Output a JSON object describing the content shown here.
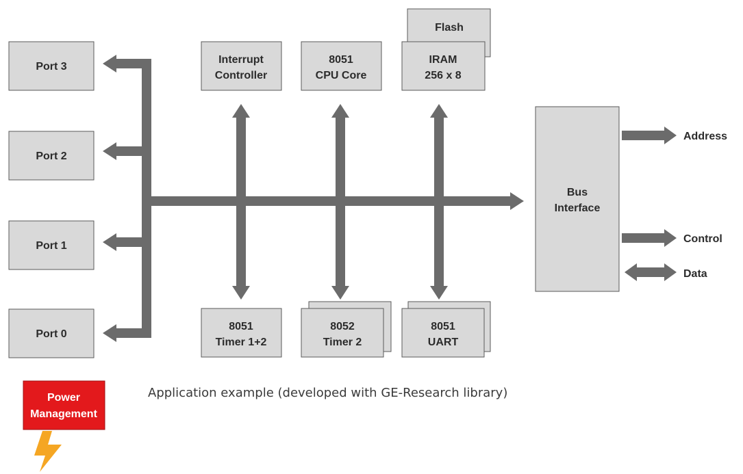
{
  "blocks": {
    "port3": "Port 3",
    "port2": "Port 2",
    "port1": "Port 1",
    "port0": "Port 0",
    "interrupt": [
      "Interrupt",
      "Controller"
    ],
    "cpu": [
      "8051",
      "CPU Core"
    ],
    "flash": "Flash",
    "iram": [
      "IRAM",
      "256 x 8"
    ],
    "bus_interface": [
      "Bus",
      "Interface"
    ],
    "timer12": [
      "8051",
      "Timer 1+2"
    ],
    "timer2": [
      "8052",
      "Timer 2"
    ],
    "uart": [
      "8051",
      "UART"
    ],
    "power": [
      "Power",
      "Management"
    ]
  },
  "signals": {
    "address": "Address",
    "control": "Control",
    "data": "Data"
  },
  "caption": "Application example (developed with GE-Research library)",
  "colors": {
    "block_fill": "#d9d9d9",
    "block_border": "#5a5a5a",
    "bus": "#6b6b6b",
    "power_fill": "#e3191c",
    "lightning": "#f5a623"
  },
  "icons": {
    "lightning": "lightning-bolt-icon"
  }
}
